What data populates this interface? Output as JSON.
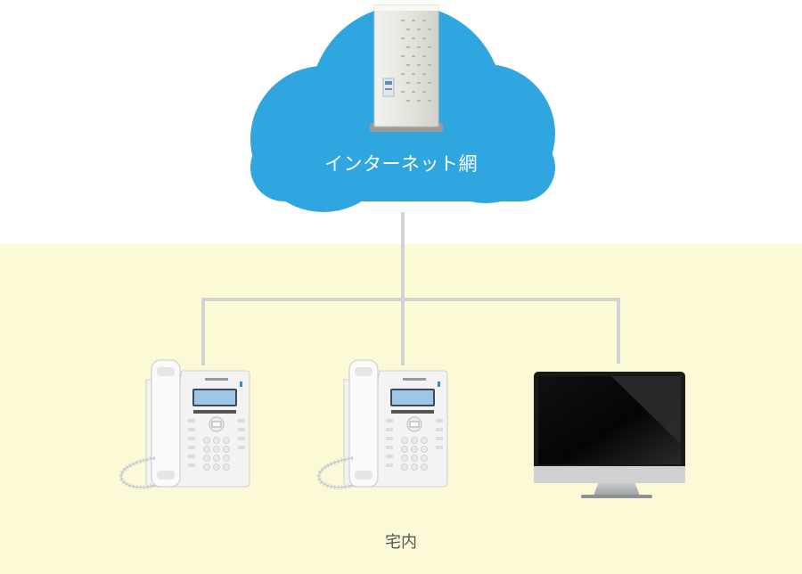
{
  "cloud": {
    "label": "インターネット網"
  },
  "premises": {
    "label": "宅内"
  },
  "colors": {
    "cloud": "#2fa6df",
    "premises_bg": "#fbf9d6",
    "line": "#d2d2d2",
    "phone": "#f4f4f4",
    "monitor_frame": "#1a1a1a"
  },
  "nodes": [
    {
      "id": "server",
      "icon": "server-icon"
    },
    {
      "id": "phone-1",
      "icon": "ip-phone-icon"
    },
    {
      "id": "phone-2",
      "icon": "ip-phone-icon"
    },
    {
      "id": "pc",
      "icon": "monitor-icon"
    }
  ]
}
